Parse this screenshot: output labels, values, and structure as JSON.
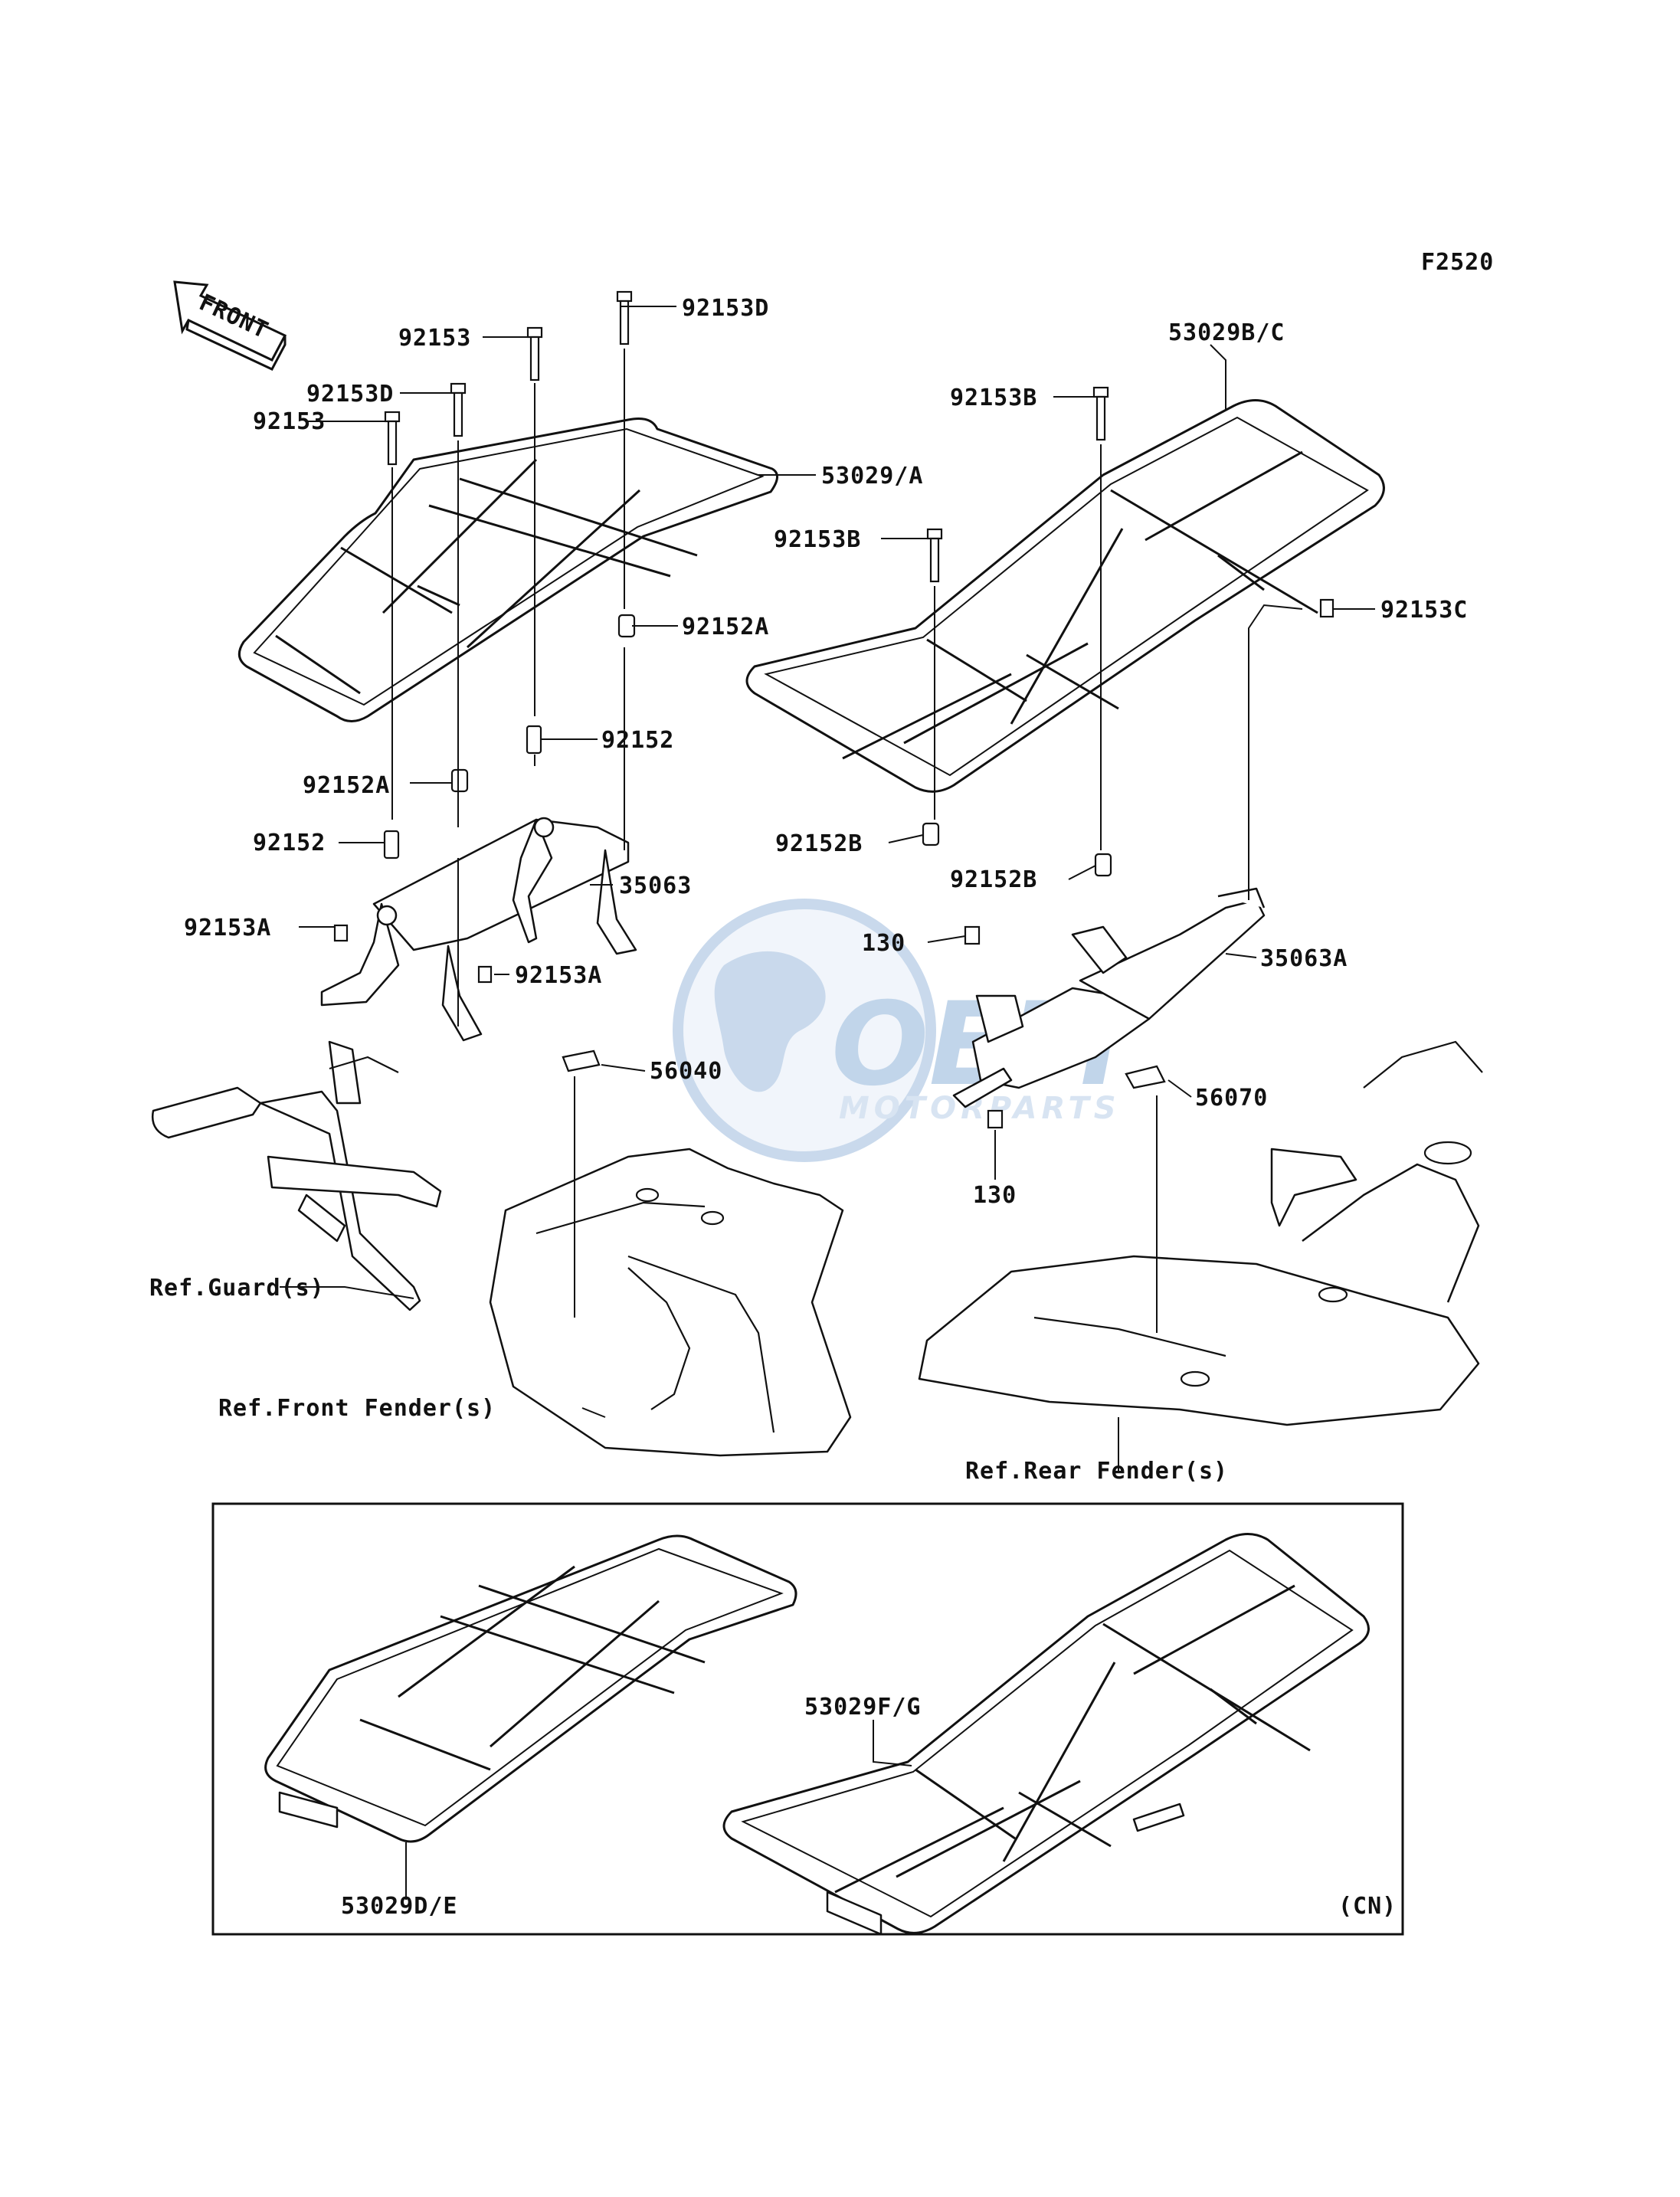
{
  "diagram_code": "F2520",
  "front_arrow_label": "FRONT",
  "watermark": {
    "brand": "OEM",
    "sub": "MOTORPARTS",
    "color": "#8fb3d9"
  },
  "labels": {
    "p92153_a": "92153",
    "p92153_b": "92153",
    "p92153D_a": "92153D",
    "p92153D_b": "92153D",
    "p53029A": "53029/A",
    "p92152A_a": "92152A",
    "p92152A_b": "92152A",
    "p92152_a": "92152",
    "p92152_b": "92152",
    "p35063": "35063",
    "p92153A_a": "92153A",
    "p92153A_b": "92153A",
    "p56040": "56040",
    "ref_guard": "Ref.Guard(s)",
    "ref_front_fender": "Ref.Front Fender(s)",
    "p53029BC": "53029B/C",
    "p92153B_a": "92153B",
    "p92153B_b": "92153B",
    "p92153C": "92153C",
    "p92152B_a": "92152B",
    "p92152B_b": "92152B",
    "p130_a": "130",
    "p130_b": "130",
    "p35063A": "35063A",
    "p56070": "56070",
    "ref_rear_fender": "Ref.Rear Fender(s)",
    "p53029FG": "53029F/G",
    "p53029DE": "53029D/E",
    "cn": "(CN)"
  }
}
